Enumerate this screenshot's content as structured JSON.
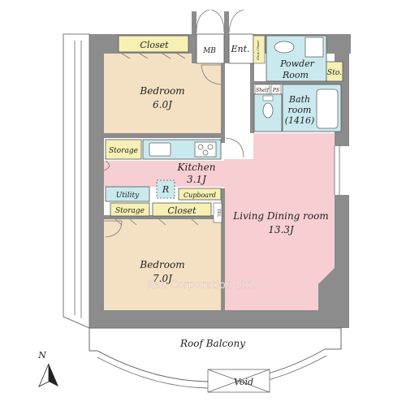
{
  "rooms": {
    "closet_top": "Closet",
    "mb": "MB",
    "ent": "Ent.",
    "shoe_closet": "Shoe Closet",
    "powder_room": [
      "Powder",
      "Room"
    ],
    "storage_right": "Sto.",
    "bedroom_top": [
      "Bedroom",
      "6.0J"
    ],
    "shelf": "Shelf",
    "ps": "PS",
    "bathroom": [
      "Bath",
      "room",
      "(1416)"
    ],
    "storage_left": "Storage",
    "kitchen": [
      "Kitchen",
      "3.1J"
    ],
    "utility": "Utility",
    "refrigerator": "R",
    "cupboard": "Cupboard",
    "storage_mid": "Storage",
    "closet_mid": "Closet",
    "tel": "TEL",
    "living_dining": [
      "Living Dining room",
      "13.3J"
    ],
    "bedroom_bottom": [
      "Bedroom",
      "7.0J"
    ],
    "roof_balcony": "Roof Balcony",
    "void": "Void",
    "north": "N"
  },
  "watermark": "Ken Corporation Ltd.",
  "colors": {
    "bedroom": "#f4e1c4",
    "living": "#f7cfd2",
    "wet": "#c9e9ee",
    "storage": "#f7f0b4",
    "wall": "#8c8c8c",
    "corridor": "#ffffff"
  }
}
